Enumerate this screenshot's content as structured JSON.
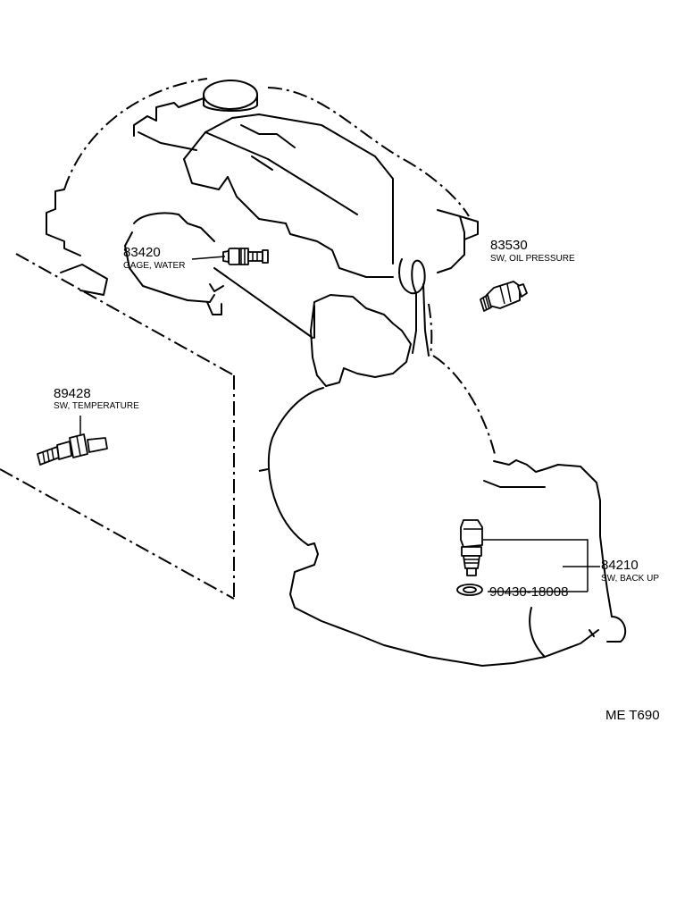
{
  "diagram": {
    "code": "ME T690",
    "parts": [
      {
        "number": "83420",
        "name": "GAGE, WATER"
      },
      {
        "number": "83530",
        "name": "SW, OIL PRESSURE"
      },
      {
        "number": "89428",
        "name": "SW, TEMPERATURE"
      },
      {
        "number": "84210",
        "name": "SW, BACK UP"
      },
      {
        "number": "90430-18008",
        "name": ""
      }
    ]
  }
}
